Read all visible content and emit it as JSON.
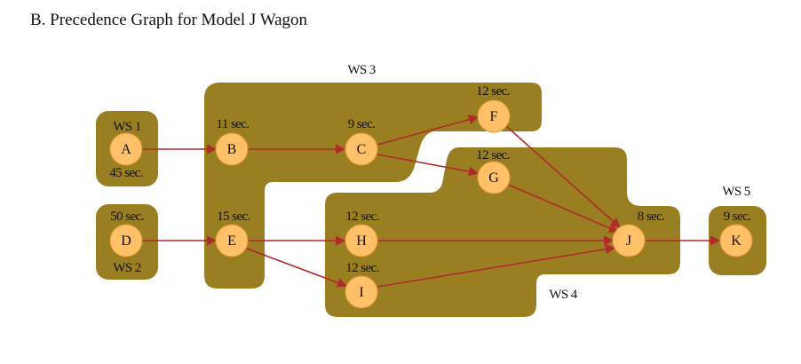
{
  "title": "B. Precedence Graph for Model J Wagon",
  "colors": {
    "region": "#9a7f22",
    "node_fill": "#ffc067",
    "edge": "#b02a2a"
  },
  "workstations": {
    "ws1": "WS 1",
    "ws2": "WS 2",
    "ws3": "WS 3",
    "ws4": "WS 4",
    "ws5": "WS 5"
  },
  "nodes": {
    "A": {
      "letter": "A",
      "time": "45 sec."
    },
    "B": {
      "letter": "B",
      "time": "11 sec."
    },
    "C": {
      "letter": "C",
      "time": "9 sec."
    },
    "D": {
      "letter": "D",
      "time": "50 sec."
    },
    "E": {
      "letter": "E",
      "time": "15 sec."
    },
    "F": {
      "letter": "F",
      "time": "12 sec."
    },
    "G": {
      "letter": "G",
      "time": "12 sec."
    },
    "H": {
      "letter": "H",
      "time": "12 sec."
    },
    "I": {
      "letter": "I",
      "time": "12 sec."
    },
    "J": {
      "letter": "J",
      "time": "8 sec."
    },
    "K": {
      "letter": "K",
      "time": "9 sec."
    }
  },
  "edges": [
    [
      "A",
      "B"
    ],
    [
      "B",
      "C"
    ],
    [
      "C",
      "F"
    ],
    [
      "C",
      "G"
    ],
    [
      "D",
      "E"
    ],
    [
      "E",
      "H"
    ],
    [
      "E",
      "I"
    ],
    [
      "F",
      "J"
    ],
    [
      "G",
      "J"
    ],
    [
      "H",
      "J"
    ],
    [
      "I",
      "J"
    ],
    [
      "J",
      "K"
    ]
  ]
}
